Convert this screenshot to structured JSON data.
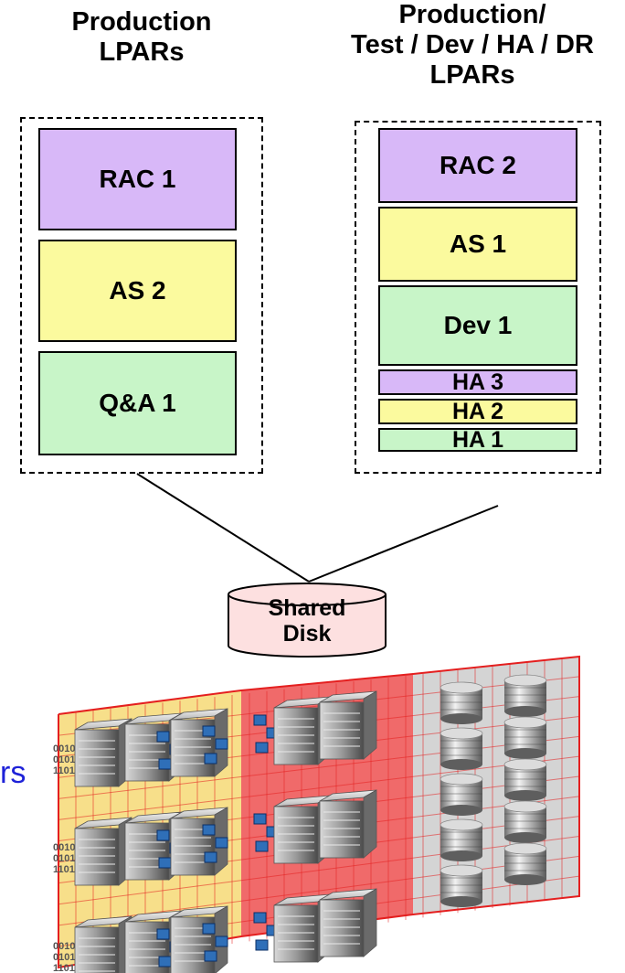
{
  "left_group": {
    "title": "Production\nLPARs",
    "lpars": [
      {
        "label": "RAC 1",
        "color": "#d8b8f8"
      },
      {
        "label": "AS 2",
        "color": "#fbfa9e"
      },
      {
        "label": "Q&A 1",
        "color": "#c8f5c8"
      }
    ]
  },
  "right_group": {
    "title": "Production/\nTest / Dev / HA / DR\nLPARs",
    "lpars": [
      {
        "label": "RAC 2",
        "color": "#d8b8f8"
      },
      {
        "label": "AS 1",
        "color": "#fbfa9e"
      },
      {
        "label": "Dev 1",
        "color": "#c8f5c8"
      },
      {
        "label": "HA 3",
        "color": "#d8b8f8"
      },
      {
        "label": "HA 2",
        "color": "#fbfa9e"
      },
      {
        "label": "HA 1",
        "color": "#c8f5c8"
      }
    ]
  },
  "shared_disk": {
    "label": "Shared\nDisk",
    "color": "#fde0e0"
  },
  "side_text": "rs",
  "server_glyph": [
    "0010",
    "0101",
    "1101"
  ],
  "panel_colors": {
    "yellow": "#f7df8a",
    "red": "#f06a6a",
    "gray": "#d4d4d4",
    "grid": "#e41f1f"
  }
}
